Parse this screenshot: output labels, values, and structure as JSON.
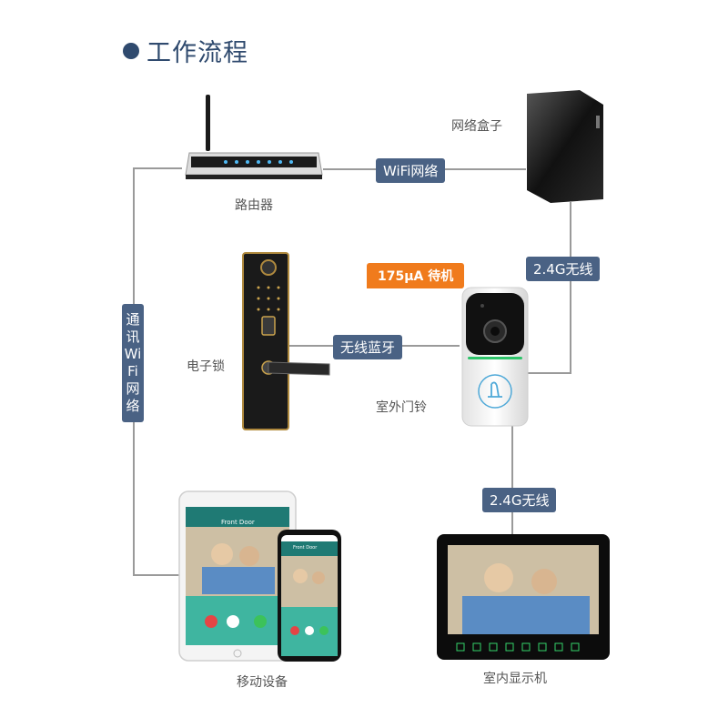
{
  "title": "工作流程",
  "connections": {
    "wifi": "WiFi网络",
    "g24_top": "2.4G无线",
    "bluetooth": "无线蓝牙",
    "g24_bottom": "2.4G无线",
    "comm_wifi": "通讯WiFi网络"
  },
  "devices": {
    "router": "路由器",
    "network_box": "网络盒子",
    "smart_lock": "电子锁",
    "doorbell": "室外门铃",
    "mobile": "移动设备",
    "monitor": "室内显示机"
  },
  "doorbell_badge": "175μA 待机",
  "screen_text": {
    "tablet_header": "Front Door",
    "phone_header": "Front Door"
  },
  "colors": {
    "accent": "#2f4a6e",
    "tag": "#4a6284",
    "badge": "#f07b1c",
    "line": "#999999"
  }
}
